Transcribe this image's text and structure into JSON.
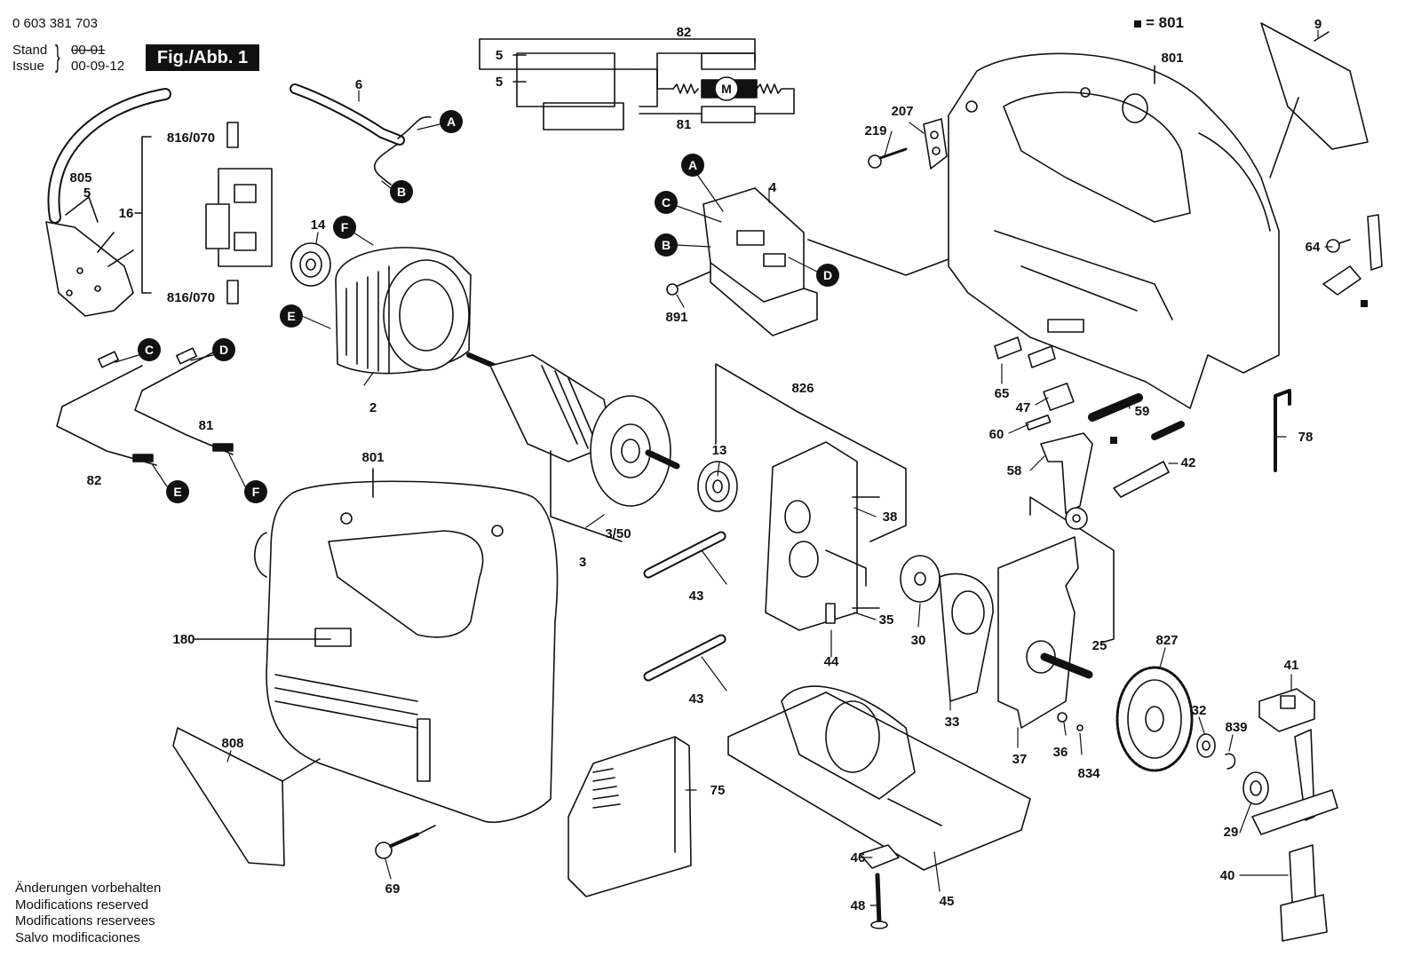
{
  "header": {
    "part_number": "0 603 381 703",
    "stand_label": "Stand",
    "issue_label": "Issue",
    "stand_date": "00-01",
    "issue_date": "00-09-12",
    "figure": "Fig./Abb. 1",
    "legend_text": "= 801"
  },
  "footer": {
    "line1": "Änderungen vorbehalten",
    "line2": "Modifications reserved",
    "line3": "Modifications reservees",
    "line4": "Salvo modificaciones"
  },
  "callouts": {
    "A": "A",
    "B": "B",
    "C": "C",
    "D": "D",
    "E": "E",
    "F": "F"
  },
  "parts": {
    "p805": "805",
    "p5": "5",
    "p6": "6",
    "p816a": "816/070",
    "p816b": "816/070",
    "p16": "16",
    "p14": "14",
    "p2": "2",
    "p82": "82",
    "p81": "81",
    "p82top": "82",
    "p81top": "81",
    "p5a": "5",
    "p5b": "5",
    "pM": "M",
    "p4": "4",
    "p891": "891",
    "p3": "3",
    "p350": "3/50",
    "p13": "13",
    "p801a": "801",
    "p801b": "801",
    "p180": "180",
    "p808": "808",
    "p69": "69",
    "p75": "75",
    "p43a": "43",
    "p43b": "43",
    "p826": "826",
    "p38": "38",
    "p35": "35",
    "p44": "44",
    "p30": "30",
    "p33": "33",
    "p25": "25",
    "p37": "37",
    "p36": "36",
    "p834": "834",
    "p827": "827",
    "p32": "32",
    "p839": "839",
    "p29": "29",
    "p40": "40",
    "p41": "41",
    "p45": "45",
    "p46": "46",
    "p48": "48",
    "p9": "9",
    "p207": "207",
    "p219": "219",
    "p64": "64",
    "p65": "65",
    "p47": "47",
    "p60": "60",
    "p59": "59",
    "p58": "58",
    "p42": "42",
    "p78": "78"
  }
}
